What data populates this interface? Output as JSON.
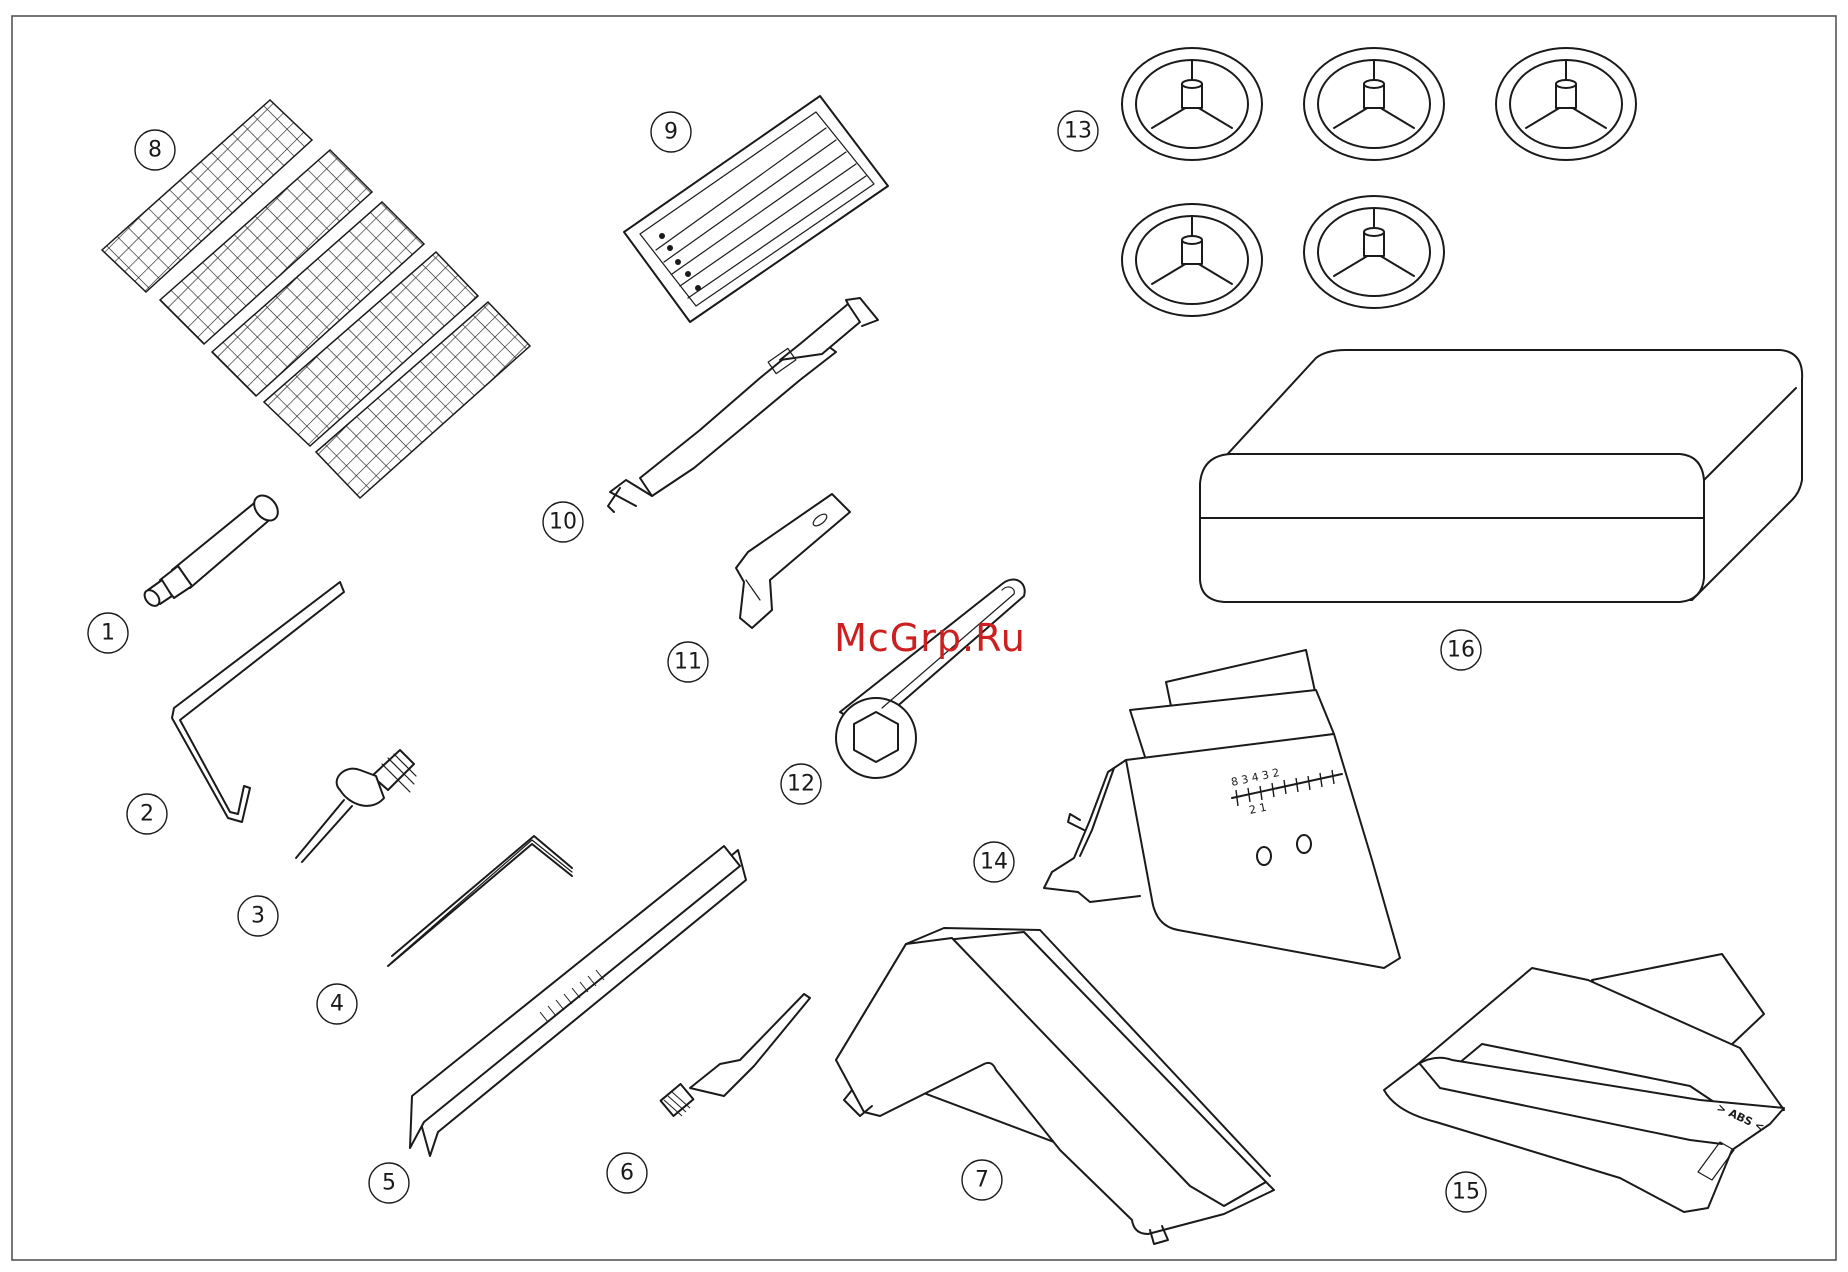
{
  "watermark": "McGrp.Ru",
  "callouts": {
    "c1": "1",
    "c2": "2",
    "c3": "3",
    "c4": "4",
    "c5": "5",
    "c6": "6",
    "c7": "7",
    "c8": "8",
    "c9": "9",
    "c10": "10",
    "c11": "11",
    "c12": "12",
    "c13": "13",
    "c14": "14",
    "c15": "15",
    "c16": "16"
  },
  "scale_top": "8 3 4 3 2",
  "scale_bottom": "2 1",
  "abs_label": "> ABS <",
  "colors": {
    "line": "#1a1a1a",
    "watermark": "#cc1f1f",
    "background": "#ffffff"
  }
}
